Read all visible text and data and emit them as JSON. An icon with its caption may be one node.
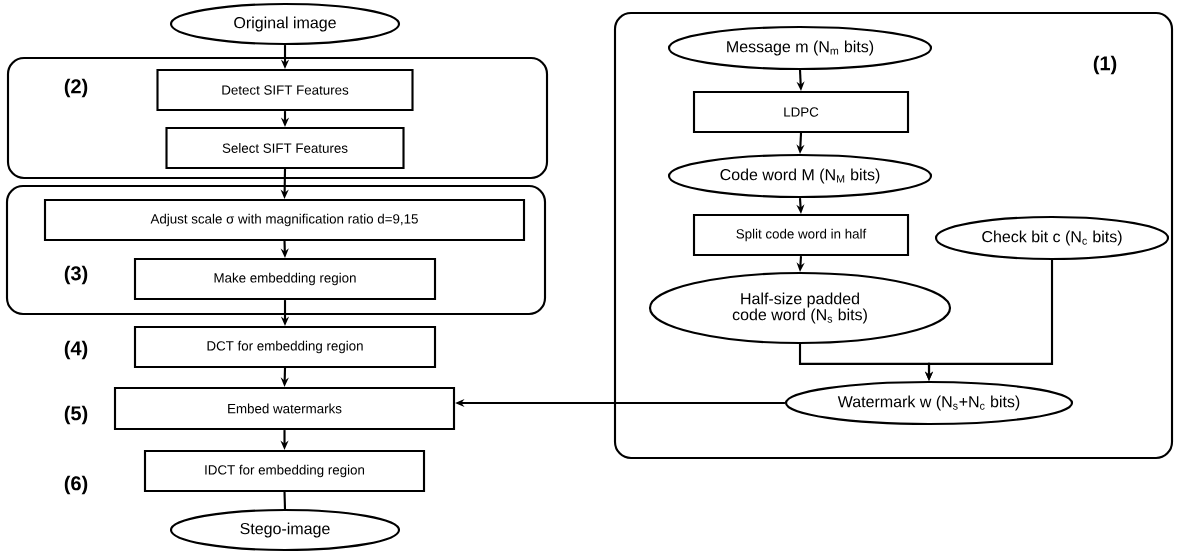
{
  "diagram": {
    "nodes": [
      {
        "text": [
          "Original image"
        ]
      },
      {
        "text": [
          "(2)"
        ]
      },
      {
        "text": [
          "Detect SIFT Features"
        ],
        "in": 1
      },
      {
        "text": [
          "Select SIFT Features"
        ],
        "in": 1
      },
      {
        "text": [
          "(3)"
        ]
      },
      {
        "text": [
          "Adjust scale σ with magnification ratio d=9,15"
        ],
        "in": 4
      },
      {
        "text": [
          "Make embedding region"
        ],
        "in": 4
      },
      {
        "text": [
          "DCT for embedding region"
        ],
        "beside": [
          "(4)"
        ]
      },
      {
        "text": [
          "Embed watermarks"
        ],
        "beside": [
          "(5)"
        ]
      },
      {
        "text": [
          "IDCT for embedding region"
        ],
        "beside": [
          "(6)"
        ]
      },
      {
        "text": [
          "Stego-image"
        ]
      },
      {
        "text": [
          "(1)"
        ]
      },
      {
        "text": [
          "Message m (N$_{m}$ bits)"
        ],
        "in": 11
      },
      {
        "text": [
          "LDPC"
        ],
        "in": 11
      },
      {
        "text": [
          "Code word M (N$_{M}$ bits)"
        ],
        "in": 11
      },
      {
        "text": [
          "Split code word in half"
        ],
        "in": 11
      },
      {
        "text": [
          "Check bit c (N$_{c}$ bits)"
        ],
        "in": 11
      },
      {
        "text": [
          "Half-size padded code word (N$_{s}$ bits)"
        ],
        "in": 11
      },
      {
        "text": [
          "Watermark w (N$_{s}$+N$_{c}$ bits)"
        ],
        "in": 11
      }
    ],
    "edges": [
      {
        "from": 0,
        "to": 2,
        "arrow": "to"
      },
      {
        "from": 2,
        "to": 3,
        "arrow": "to"
      },
      {
        "from": 3,
        "to": 5,
        "arrow": "to"
      },
      {
        "from": 5,
        "to": 6,
        "arrow": "to"
      },
      {
        "from": 6,
        "to": 7,
        "arrow": "to"
      },
      {
        "from": 7,
        "to": 8,
        "arrow": "to"
      },
      {
        "from": 8,
        "to": 9,
        "arrow": "to"
      },
      {
        "from": 9,
        "to": 10,
        "arrow": "none"
      },
      {
        "from": 12,
        "to": 13,
        "arrow": "to"
      },
      {
        "from": 13,
        "to": 14,
        "arrow": "to"
      },
      {
        "from": 14,
        "to": 15,
        "arrow": "to"
      },
      {
        "from": 15,
        "to": 17,
        "arrow": "to"
      },
      {
        "from": 17,
        "to": 18,
        "arrow": "to"
      },
      {
        "from": 16,
        "to": 18,
        "arrow": "to"
      },
      {
        "from": 18,
        "to": 8,
        "arrow": "to"
      }
    ]
  }
}
